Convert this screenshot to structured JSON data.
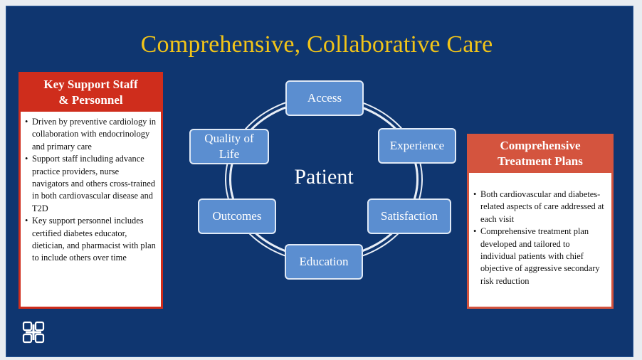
{
  "slide": {
    "title": "Comprehensive, Collaborative Care"
  },
  "left_panel": {
    "heading_line1": "Key Support Staff",
    "heading_line2": "& Personnel",
    "bullets": [
      "Driven by preventive cardiology in collaboration with endocrinology and primary care",
      "Support staff including advance practice providers, nurse navigators and others cross-trained in both cardiovascular disease and T2D",
      "Key support personnel includes certified diabetes educator, dietician, and pharmacist with plan to include others over time"
    ]
  },
  "right_panel": {
    "heading_line1": "Comprehensive",
    "heading_line2": "Treatment Plans",
    "bullets": [
      "Both cardiovascular and diabetes-related aspects of care addressed at each visit",
      "Comprehensive treatment plan developed and tailored to individual patients with chief objective of aggressive secondary risk reduction"
    ]
  },
  "diagram": {
    "center": "Patient",
    "nodes": {
      "access": "Access",
      "experience": "Experience",
      "satisfaction": "Satisfaction",
      "education": "Education",
      "outcomes": "Outcomes",
      "quality_of_life_line1": "Quality of",
      "quality_of_life_line2": "Life"
    }
  },
  "colors": {
    "background": "#0f3670",
    "title": "#f2c418",
    "node_fill": "#5b8ed0",
    "left_accent": "#cf2d1c",
    "right_accent": "#d4543e"
  },
  "icons": {
    "logo": "institution-logo-icon"
  }
}
